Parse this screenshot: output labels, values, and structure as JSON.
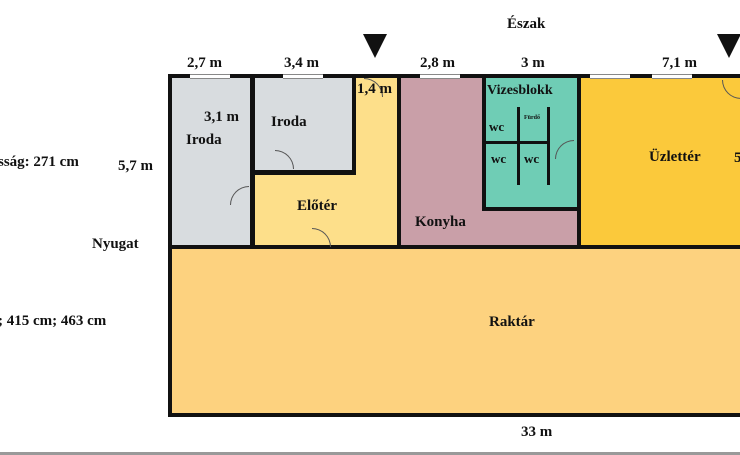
{
  "compass": {
    "north": "Észak",
    "west": "Nyugat"
  },
  "notes": {
    "ceiling": "sság: 271 cm",
    "heights": "; 415 cm; 463 cm"
  },
  "dimensions": {
    "d1": "2,7 m",
    "d2": "3,4 m",
    "d3": "2,8 m",
    "d4": "3 m",
    "d5": "7,1 m",
    "entry": "1,4 m",
    "office2_depth": "3,1 m",
    "height_left": "5,7 m",
    "total_width": "33 m",
    "right_cut": "5"
  },
  "rooms": {
    "office1": "Iroda",
    "office2": "Iroda",
    "lobby": "Előtér",
    "kitchen": "Konyha",
    "restrooms": "Vizesblokk",
    "wc1": "wc",
    "wc2": "wc",
    "wc3": "wc",
    "bath": "Fürdő",
    "shop": "Üzlettér",
    "storage": "Raktár"
  },
  "colors": {
    "office": "#d8dcdf",
    "lobby": "#fddf8a",
    "kitchen": "#c99fa8",
    "restrooms": "#6fcdb5",
    "shop": "#fbc93b",
    "storage": "#fdd27f"
  }
}
